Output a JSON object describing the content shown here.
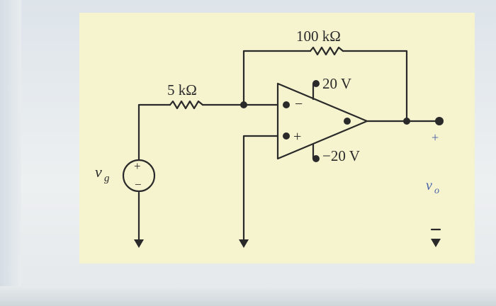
{
  "circuit": {
    "feedback_resistor": "100 kΩ",
    "input_resistor": "5 kΩ",
    "positive_supply": "20 V",
    "negative_supply": "−20 V",
    "source_label": "v",
    "source_subscript": "g",
    "output_label": "v",
    "output_subscript": "o",
    "output_plus": "+",
    "output_minus": "−",
    "source_plus": "+",
    "source_minus": "−",
    "opamp_minus": "−",
    "opamp_plus": "+"
  },
  "colors": {
    "panel": "#f6f3cf",
    "wire": "#2a2a2a",
    "output_terminal_labels": "#4a62a8"
  }
}
